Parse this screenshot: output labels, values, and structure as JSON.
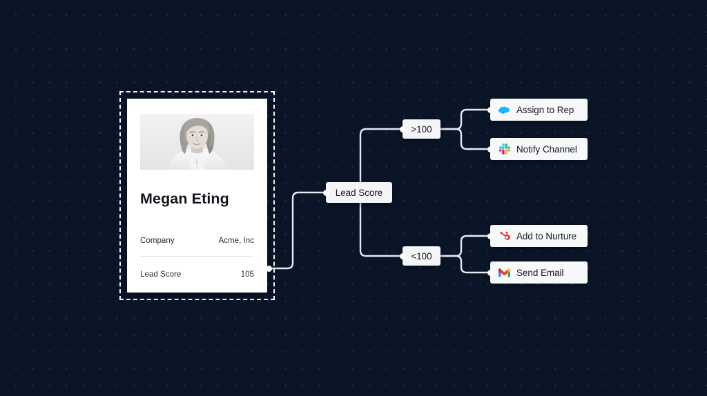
{
  "canvas": {
    "background_color": "#0a1528",
    "grid_dot_color": "#78a0c0",
    "wire_color": "#e8ecf2"
  },
  "lead_card": {
    "name": "Megan Eting",
    "photo_alt": "portrait-photo",
    "rows": [
      {
        "key": "Company",
        "value": "Acme, Inc"
      },
      {
        "key": "Lead Score",
        "value": "105"
      }
    ],
    "selected": true
  },
  "flow": {
    "trigger_node": {
      "label": "Lead Score"
    },
    "conditions": [
      {
        "label": ">100",
        "branch": "high"
      },
      {
        "label": "<100",
        "branch": "low"
      }
    ],
    "actions": [
      {
        "label": "Assign to Rep",
        "icon": "salesforce-icon",
        "icon_color": "#19b5fe",
        "branch": "high"
      },
      {
        "label": "Notify Channel",
        "icon": "slack-icon",
        "icon_color": "#e01e5a",
        "branch": "high"
      },
      {
        "label": "Add to Nurture",
        "icon": "hubspot-icon",
        "icon_color": "#e8252a",
        "branch": "low"
      },
      {
        "label": "Send Email",
        "icon": "gmail-icon",
        "icon_color": "#ea4335",
        "branch": "low"
      }
    ]
  }
}
